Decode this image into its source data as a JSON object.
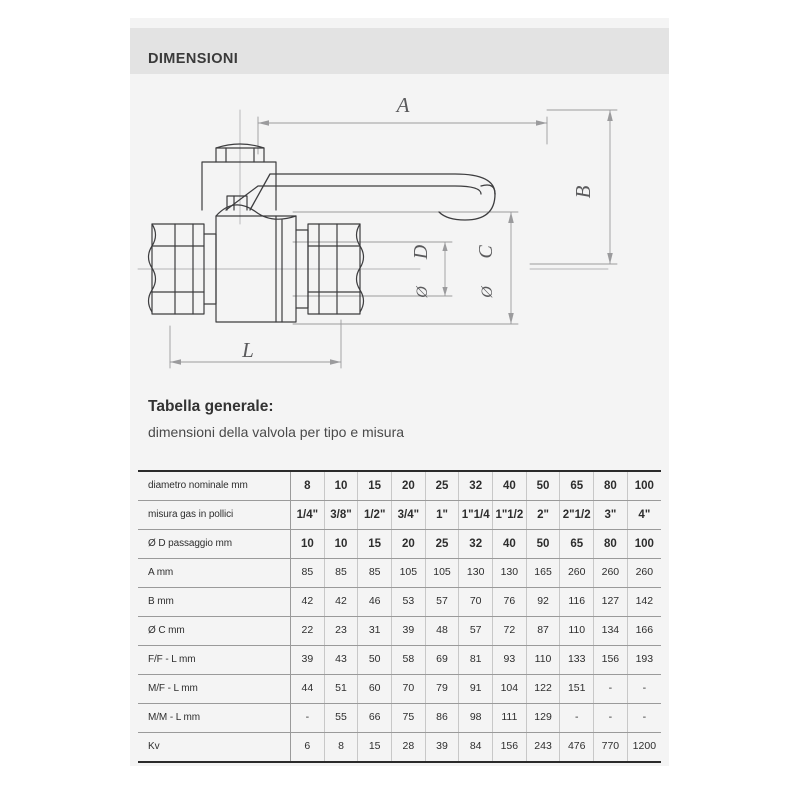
{
  "header": {
    "title": "DIMENSIONI"
  },
  "drawing": {
    "labels": {
      "a": "A",
      "b": "B",
      "c": "C",
      "d": "D",
      "l": "L",
      "diameter_symbol": "Ø"
    }
  },
  "table_section": {
    "heading": "Tabella generale:",
    "subheading": "dimensioni della valvola per tipo e misura"
  },
  "spec_table": {
    "rows": [
      {
        "label": "diametro nominale mm",
        "bold": true,
        "values": [
          "8",
          "10",
          "15",
          "20",
          "25",
          "32",
          "40",
          "50",
          "65",
          "80",
          "100"
        ]
      },
      {
        "label": "misura gas in pollici",
        "bold": true,
        "values": [
          "1/4\"",
          "3/8\"",
          "1/2\"",
          "3/4\"",
          "1\"",
          "1\"1/4",
          "1\"1/2",
          "2\"",
          "2\"1/2",
          "3\"",
          "4\""
        ]
      },
      {
        "label": "Ø D passaggio mm",
        "bold": true,
        "values": [
          "10",
          "10",
          "15",
          "20",
          "25",
          "32",
          "40",
          "50",
          "65",
          "80",
          "100"
        ]
      },
      {
        "label": "A mm",
        "bold": false,
        "values": [
          "85",
          "85",
          "85",
          "105",
          "105",
          "130",
          "130",
          "165",
          "260",
          "260",
          "260"
        ]
      },
      {
        "label": "B mm",
        "bold": false,
        "values": [
          "42",
          "42",
          "46",
          "53",
          "57",
          "70",
          "76",
          "92",
          "116",
          "127",
          "142"
        ]
      },
      {
        "label": "Ø C mm",
        "bold": false,
        "values": [
          "22",
          "23",
          "31",
          "39",
          "48",
          "57",
          "72",
          "87",
          "110",
          "134",
          "166"
        ]
      },
      {
        "label": "F/F - L mm",
        "bold": false,
        "values": [
          "39",
          "43",
          "50",
          "58",
          "69",
          "81",
          "93",
          "110",
          "133",
          "156",
          "193"
        ]
      },
      {
        "label": "M/F - L mm",
        "bold": false,
        "values": [
          "44",
          "51",
          "60",
          "70",
          "79",
          "91",
          "104",
          "122",
          "151",
          "-",
          "-"
        ]
      },
      {
        "label": "M/M - L mm",
        "bold": false,
        "values": [
          "-",
          "55",
          "66",
          "75",
          "86",
          "98",
          "111",
          "129",
          "-",
          "-",
          "-"
        ]
      },
      {
        "label": "Kv",
        "bold": false,
        "values": [
          "6",
          "8",
          "15",
          "28",
          "39",
          "84",
          "156",
          "243",
          "476",
          "770",
          "1200"
        ]
      }
    ]
  },
  "colors": {
    "sheet_background": "#f4f4f4",
    "header_band": "#e3e3e3",
    "line": "#4a4a4a",
    "text": "#2e2e2e"
  }
}
